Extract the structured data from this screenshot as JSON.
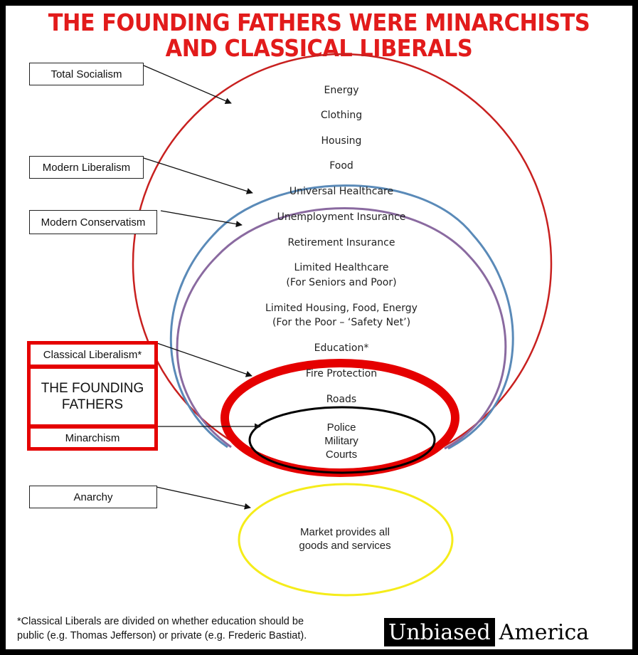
{
  "title": {
    "line1": "THE FOUNDING FATHERS WERE MINARCHISTS",
    "line2": "AND CLASSICAL LIBERALS"
  },
  "labels": {
    "total_socialism": "Total Socialism",
    "modern_liberalism": "Modern Liberalism",
    "modern_conservatism": "Modern Conservatism",
    "classical_liberalism": "Classical Liberalism*",
    "founding_fathers_line1": "THE FOUNDING",
    "founding_fathers_line2": "FATHERS",
    "minarchism": "Minarchism",
    "anarchy": "Anarchy"
  },
  "items": {
    "energy": "Energy",
    "clothing": "Clothing",
    "housing": "Housing",
    "food": "Food",
    "universal_healthcare": "Universal Healthcare",
    "unemployment_insurance": "Unemployment Insurance",
    "retirement_insurance": "Retirement Insurance",
    "limited_healthcare_1": "Limited Healthcare",
    "limited_healthcare_2": "(For Seniors and Poor)",
    "limited_housing_1": "Limited Housing, Food, Energy",
    "limited_housing_2": "(For the Poor – ‘Safety Net’)",
    "education": "Education*",
    "fire_protection": "Fire Protection",
    "roads": "Roads",
    "police": "Police",
    "military": "Military",
    "courts": "Courts",
    "market_1": "Market provides all",
    "market_2": "goods and services"
  },
  "footnote": {
    "line1": "*Classical Liberals are divided on whether education should be",
    "line2": "public (e.g. Thomas Jefferson) or private (e.g. Frederic Bastiat)."
  },
  "brand": {
    "part1": "Unbiased",
    "part2": "America"
  },
  "colors": {
    "title_red": "#e21b1b",
    "socialism_circle": "#c8201f",
    "liberalism_circle": "#5a8ab8",
    "conservatism_circle": "#8a6aa0",
    "classical_liberalism_ring": "#e50000",
    "minarchism_ellipse": "#000000",
    "anarchy_ellipse": "#f5ec1a"
  }
}
